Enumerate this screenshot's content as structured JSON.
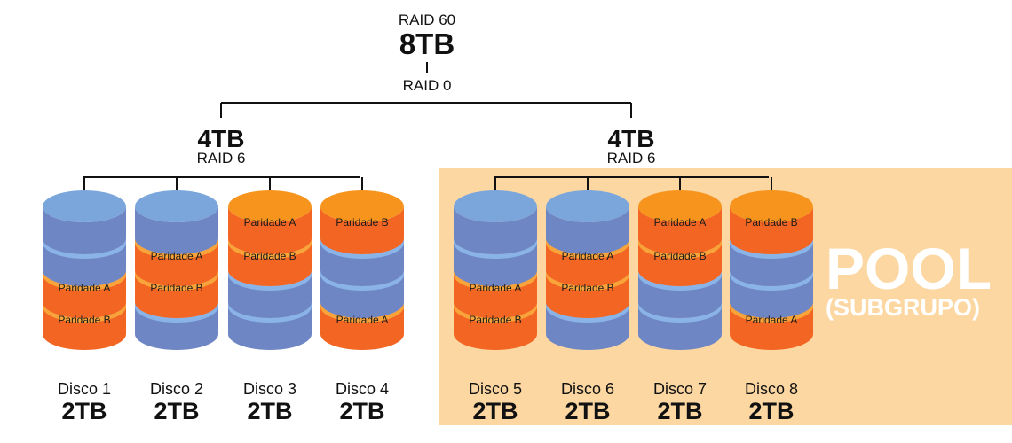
{
  "colors": {
    "pool_background": "#fcd7a2",
    "data_top": "#7aa6dc",
    "data_side": "#6f86c4",
    "parity_top": "#f7941d",
    "parity_side": "#f26522",
    "parity_rim": "#f9a43a",
    "data_rim": "#8ab4e8",
    "line": "#111111"
  },
  "top": {
    "raid_level": "RAID 60",
    "capacity": "8TB",
    "stripe_label": "RAID 0"
  },
  "groups": [
    {
      "capacity": "4TB",
      "raid_level": "RAID 6"
    },
    {
      "capacity": "4TB",
      "raid_level": "RAID 6"
    }
  ],
  "pool": {
    "title": "POOL",
    "subtitle": "(SUBGRUPO)"
  },
  "disks": [
    {
      "name": "Disco 1",
      "capacity": "2TB",
      "segments": [
        {
          "type": "data",
          "label": ""
        },
        {
          "type": "data",
          "label": ""
        },
        {
          "type": "parity",
          "label": "Paridade A"
        },
        {
          "type": "parity",
          "label": "Paridade B"
        }
      ]
    },
    {
      "name": "Disco 2",
      "capacity": "2TB",
      "segments": [
        {
          "type": "data",
          "label": ""
        },
        {
          "type": "parity",
          "label": "Paridade A"
        },
        {
          "type": "parity",
          "label": "Paridade B"
        },
        {
          "type": "data",
          "label": ""
        }
      ]
    },
    {
      "name": "Disco 3",
      "capacity": "2TB",
      "segments": [
        {
          "type": "parity",
          "label": "Paridade A"
        },
        {
          "type": "parity",
          "label": "Paridade B"
        },
        {
          "type": "data",
          "label": ""
        },
        {
          "type": "data",
          "label": ""
        }
      ]
    },
    {
      "name": "Disco 4",
      "capacity": "2TB",
      "segments": [
        {
          "type": "parity",
          "label": "Paridade B"
        },
        {
          "type": "data",
          "label": ""
        },
        {
          "type": "data",
          "label": ""
        },
        {
          "type": "parity",
          "label": "Paridade A"
        }
      ]
    },
    {
      "name": "Disco 5",
      "capacity": "2TB",
      "segments": [
        {
          "type": "data",
          "label": ""
        },
        {
          "type": "data",
          "label": ""
        },
        {
          "type": "parity",
          "label": "Paridade A"
        },
        {
          "type": "parity",
          "label": "Paridade B"
        }
      ]
    },
    {
      "name": "Disco 6",
      "capacity": "2TB",
      "segments": [
        {
          "type": "data",
          "label": ""
        },
        {
          "type": "parity",
          "label": "Paridade A"
        },
        {
          "type": "parity",
          "label": "Paridade B"
        },
        {
          "type": "data",
          "label": ""
        }
      ]
    },
    {
      "name": "Disco 7",
      "capacity": "2TB",
      "segments": [
        {
          "type": "parity",
          "label": "Paridade A"
        },
        {
          "type": "parity",
          "label": "Paridade B"
        },
        {
          "type": "data",
          "label": ""
        },
        {
          "type": "data",
          "label": ""
        }
      ]
    },
    {
      "name": "Disco 8",
      "capacity": "2TB",
      "segments": [
        {
          "type": "parity",
          "label": "Paridade B"
        },
        {
          "type": "data",
          "label": ""
        },
        {
          "type": "data",
          "label": ""
        },
        {
          "type": "parity",
          "label": "Paridade A"
        }
      ]
    }
  ]
}
